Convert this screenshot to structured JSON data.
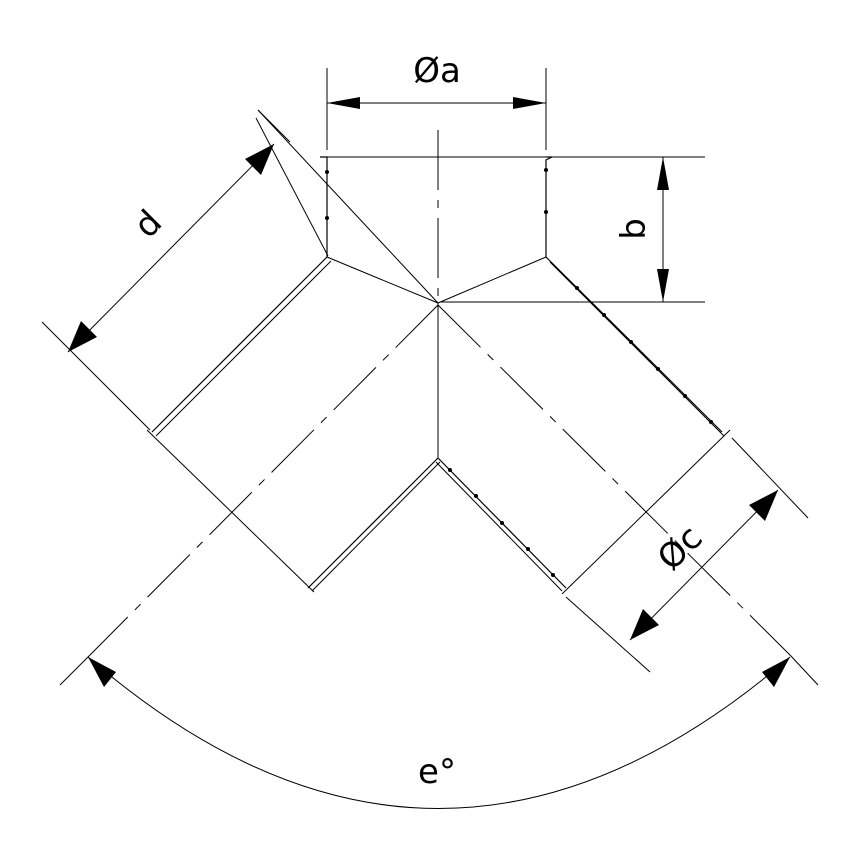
{
  "labels": {
    "diameter_a": "Øa",
    "height_b": "b",
    "diameter_c": "Øc",
    "length_d": "d",
    "angle_e": "e°"
  }
}
